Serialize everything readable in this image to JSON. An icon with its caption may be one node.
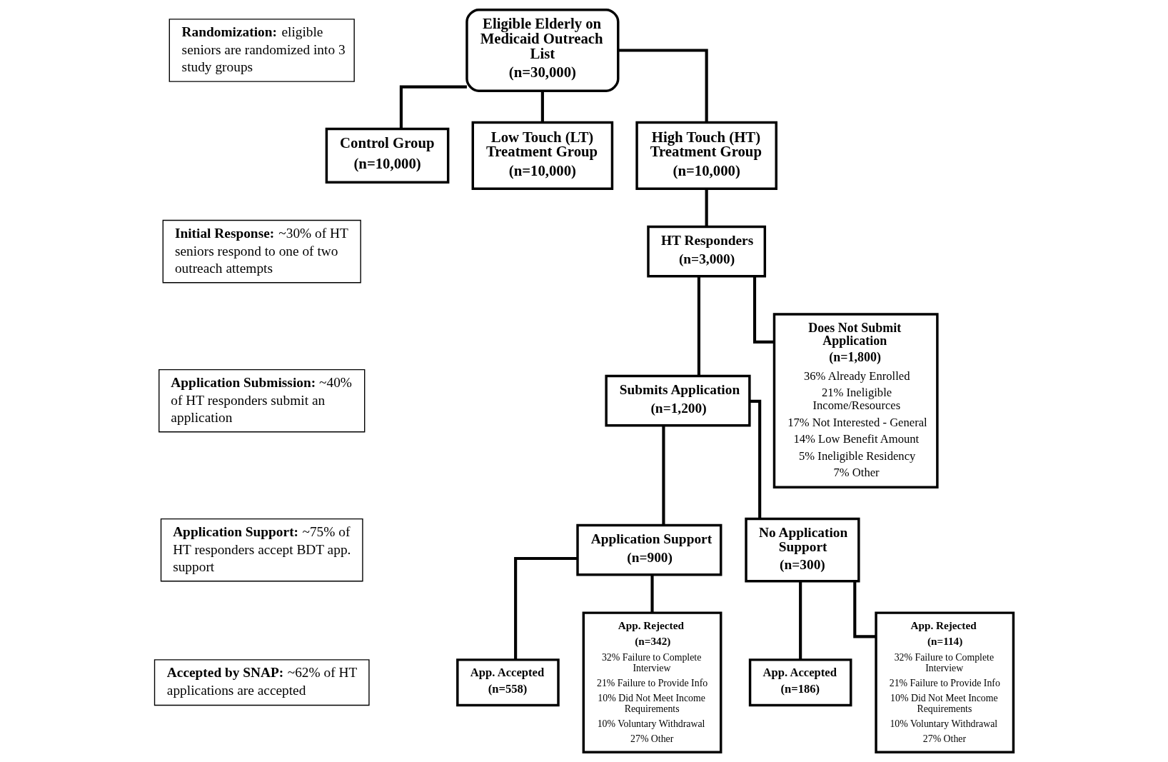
{
  "diagram": {
    "nodes": [
      {
        "text": [
          "**Randomization:** eligible seniors are randomized into 3 study groups"
        ]
      },
      {
        "text": [
          "Eligible Elderly on Medicaid Outreach List",
          "(n=30,000)"
        ]
      },
      {
        "text": [
          "Control Group",
          "(n=10,000)"
        ]
      },
      {
        "text": [
          "Low Touch (LT) Treatment Group",
          "(n=10,000)"
        ]
      },
      {
        "text": [
          "High Touch (HT) Treatment Group",
          "(n=10,000)"
        ]
      },
      {
        "text": [
          "**Initial Response:** ~30% of HT seniors respond to one of two outreach attempts"
        ]
      },
      {
        "text": [
          "HT Responders",
          "(n=3,000)"
        ]
      },
      {
        "text": [
          "**Application Submission:** ~40% of HT responders submit an application"
        ]
      },
      {
        "text": [
          "Submits Application",
          "(n=1,200)"
        ]
      },
      {
        "text": [
          "Does Not Submit Application",
          "(n=1,800)",
          "36% Already Enrolled",
          "21% Ineligible Income/Resources",
          "17% Not Interested - General",
          "14% Low Benefit Amount",
          "5% Ineligible Residency",
          "7% Other"
        ]
      },
      {
        "text": [
          "**Application Support:** ~75% of HT responders accept BDT app. support"
        ]
      },
      {
        "text": [
          "Application Support",
          "(n=900)"
        ]
      },
      {
        "text": [
          "No Application Support",
          "(n=300)"
        ]
      },
      {
        "text": [
          "App. Accepted",
          "(n=558)"
        ]
      },
      {
        "text": [
          "App. Rejected",
          "(n=342)",
          "32% Failure to Complete Interview",
          "21% Failure to Provide Info",
          "10% Did Not Meet Income Requirements",
          "10% Voluntary Withdrawal",
          "27% Other"
        ]
      },
      {
        "text": [
          "App. Accepted",
          "(n=186)"
        ]
      },
      {
        "text": [
          "App. Rejected",
          "(n=114)",
          "32% Failure to Complete Interview",
          "21% Failure to Provide Info",
          "10% Did Not Meet Income Requirements",
          "10% Voluntary Withdrawal",
          "27% Other"
        ]
      },
      {
        "text": [
          "**Accepted by SNAP:** ~62% of HT applications are accepted"
        ]
      }
    ],
    "edges": [
      {
        "from": 1,
        "to": 2,
        "arrow": "none"
      },
      {
        "from": 1,
        "to": 3,
        "arrow": "none"
      },
      {
        "from": 1,
        "to": 4,
        "arrow": "none"
      },
      {
        "from": 4,
        "to": 6,
        "arrow": "none"
      },
      {
        "from": 6,
        "to": 8,
        "arrow": "none"
      },
      {
        "from": 6,
        "to": 9,
        "arrow": "none"
      },
      {
        "from": 8,
        "to": 11,
        "arrow": "none"
      },
      {
        "from": 8,
        "to": 12,
        "arrow": "none"
      },
      {
        "from": 11,
        "to": 13,
        "arrow": "none"
      },
      {
        "from": 11,
        "to": 14,
        "arrow": "none"
      },
      {
        "from": 12,
        "to": 15,
        "arrow": "none"
      },
      {
        "from": 12,
        "to": 16,
        "arrow": "none"
      }
    ]
  }
}
